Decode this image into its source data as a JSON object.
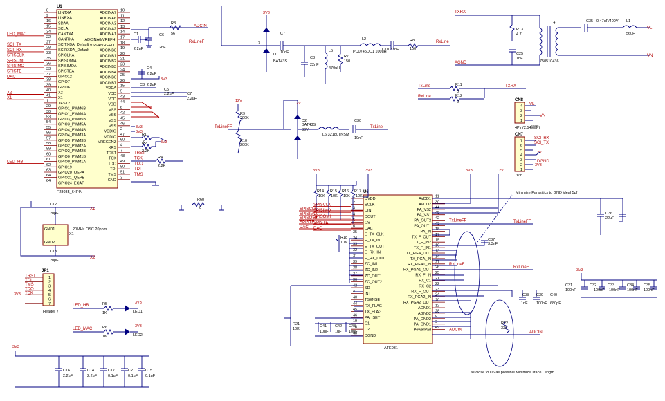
{
  "u1": {
    "ref": "U1",
    "part": "F28035_64PIN",
    "left_pins": [
      {
        "num": "8",
        "name": "LINTXA",
        "net": ""
      },
      {
        "num": "9",
        "name": "LINRXA",
        "net": ""
      },
      {
        "num": "16",
        "name": "SDAA",
        "net": ""
      },
      {
        "num": "15",
        "name": "SCLA",
        "net": ""
      },
      {
        "num": "34",
        "name": "CANTXA",
        "net": "LED_MAC"
      },
      {
        "num": "22",
        "name": "CANRXA",
        "net": ""
      },
      {
        "num": "27",
        "name": "SCITXDA_Default",
        "net": "SCI_TX"
      },
      {
        "num": "28",
        "name": "SCIRXDA_Default",
        "net": "SCI_RX"
      },
      {
        "num": "33",
        "name": "SPICLKA",
        "net": "SPISCLK"
      },
      {
        "num": "35",
        "name": "SPISOMIA",
        "net": "SPISOMI"
      },
      {
        "num": "36",
        "name": "SPISIMOA",
        "net": "SPISIMO"
      },
      {
        "num": "33",
        "name": "SPISTEA",
        "net": "SPISTE"
      },
      {
        "num": "37",
        "name": "GPIO12",
        "net": "DAC"
      },
      {
        "num": "38",
        "name": "GPIO7",
        "net": ""
      },
      {
        "num": "39",
        "name": "GPIO6",
        "net": ""
      },
      {
        "num": "40",
        "name": "X2",
        "net": "X2"
      },
      {
        "num": "41",
        "name": "X1",
        "net": "X1"
      },
      {
        "num": "1",
        "name": "TEST2",
        "net": ""
      },
      {
        "num": "29",
        "name": "GPIO1_PWM6B",
        "net": ""
      },
      {
        "num": "30",
        "name": "GPIO1_PWM6A",
        "net": ""
      },
      {
        "num": "53",
        "name": "GPIO3_PWM5B",
        "net": ""
      },
      {
        "num": "54",
        "name": "GPIO3_PWM5A",
        "net": ""
      },
      {
        "num": "55",
        "name": "GPIO4_PWM4B",
        "net": ""
      },
      {
        "num": "56",
        "name": "GPIO4_PWM3A",
        "net": ""
      },
      {
        "num": "57",
        "name": "GPIO5_PWM3B",
        "net": ""
      },
      {
        "num": "58",
        "name": "GPIO2_PWM2A",
        "net": ""
      },
      {
        "num": "59",
        "name": "GPIO2_PWM2B",
        "net": ""
      },
      {
        "num": "60",
        "name": "GPIO0_PWM1B",
        "net": ""
      },
      {
        "num": "61",
        "name": "GPIO0_PWM1A",
        "net": "LED_HB"
      },
      {
        "num": "62",
        "name": "GPIO19",
        "net": ""
      },
      {
        "num": "63",
        "name": "GPIO20_QEPA",
        "net": ""
      },
      {
        "num": "64",
        "name": "GPIO21_QEPB",
        "net": ""
      },
      {
        "num": "64",
        "name": "GPIO24_ECAP",
        "net": ""
      }
    ],
    "right_pins": [
      {
        "num": "10",
        "name": "ADCINA7",
        "net": ""
      },
      {
        "num": "11",
        "name": "ADCINA6",
        "net": ""
      },
      {
        "num": "12",
        "name": "ADCINA3",
        "net": ""
      },
      {
        "num": "13",
        "name": "ADCINA2",
        "net": ""
      },
      {
        "num": "14",
        "name": "ADCINA1",
        "net": ""
      },
      {
        "num": "17",
        "name": "ADCINA0/VREFHI",
        "net": ""
      },
      {
        "num": "18",
        "name": "VSSA/VREFLO",
        "net": ""
      },
      {
        "num": "19",
        "name": "ADCINB0",
        "net": ""
      },
      {
        "num": "20",
        "name": "ADCINB1",
        "net": ""
      },
      {
        "num": "21",
        "name": "ADCINB2",
        "net": ""
      },
      {
        "num": "23",
        "name": "ADCINB3",
        "net": ""
      },
      {
        "num": "24",
        "name": "ADCINB4",
        "net": ""
      },
      {
        "num": "25",
        "name": "ADCINB6",
        "net": ""
      },
      {
        "num": "26",
        "name": "ADCINB7",
        "net": ""
      },
      {
        "num": "15",
        "name": "VDDA",
        "net": ""
      },
      {
        "num": "5",
        "name": "VDD",
        "net": ""
      },
      {
        "num": "43",
        "name": "VDD",
        "net": ""
      },
      {
        "num": "44",
        "name": "VDD",
        "net": ""
      },
      {
        "num": "6",
        "name": "VSS",
        "net": ""
      },
      {
        "num": "42",
        "name": "VSS",
        "net": ""
      },
      {
        "num": "45",
        "name": "VSS",
        "net": ""
      },
      {
        "num": "46",
        "name": "VSS",
        "net": ""
      },
      {
        "num": "2",
        "name": "VDDIO",
        "net": ""
      },
      {
        "num": "47",
        "name": "VDDIO",
        "net": ""
      },
      {
        "num": "60",
        "name": "VREGENZ",
        "net": ""
      },
      {
        "num": "4",
        "name": "XRS",
        "net": ""
      },
      {
        "num": "7",
        "name": "TRST",
        "net": "TRST"
      },
      {
        "num": "48",
        "name": "TCK",
        "net": "TCK"
      },
      {
        "num": "49",
        "name": "TDO",
        "net": "TDO"
      },
      {
        "num": "50",
        "name": "TDI",
        "net": "TDI"
      },
      {
        "num": "51",
        "name": "TMS",
        "net": "TMS"
      },
      {
        "num": "3",
        "name": "GND",
        "net": ""
      }
    ]
  },
  "u6": {
    "ref": "U6",
    "part": "AFE031",
    "left_pins": [
      {
        "num": "1",
        "name": "DVDD",
        "net": ""
      },
      {
        "num": "2",
        "name": "SCLK",
        "net": "SPISCLK"
      },
      {
        "num": "3",
        "name": "DIN",
        "net": "SPISIMO"
      },
      {
        "num": "4",
        "name": "DOUT",
        "net": "SPISOMI"
      },
      {
        "num": "5",
        "name": "CS",
        "net": "SPISTE"
      },
      {
        "num": "6",
        "name": "DAC",
        "net": "DAC"
      },
      {
        "num": "35",
        "name": "E_TX_CLK",
        "net": ""
      },
      {
        "num": "34",
        "name": "E_TX_IN",
        "net": ""
      },
      {
        "num": "33",
        "name": "E_TX_OUT",
        "net": ""
      },
      {
        "num": "32",
        "name": "E_RX_IN",
        "net": ""
      },
      {
        "num": "31",
        "name": "E_RX_OUT",
        "net": ""
      },
      {
        "num": "39",
        "name": "ZC_IN1",
        "net": ""
      },
      {
        "num": "38",
        "name": "ZC_IN2",
        "net": ""
      },
      {
        "num": "37",
        "name": "ZC_OUT1",
        "net": ""
      },
      {
        "num": "36",
        "name": "ZC_OUT2",
        "net": ""
      },
      {
        "num": "42",
        "name": "SD",
        "net": ""
      },
      {
        "num": "41",
        "name": "INT",
        "net": ""
      },
      {
        "num": "40",
        "name": "TSENSE",
        "net": ""
      },
      {
        "num": "44",
        "name": "RX_FLAG",
        "net": ""
      },
      {
        "num": "45",
        "name": "TX_FLAG",
        "net": ""
      },
      {
        "num": "46",
        "name": "PA_ISET",
        "net": ""
      },
      {
        "num": "19",
        "name": "C1",
        "net": ""
      },
      {
        "num": "18",
        "name": "C2",
        "net": ""
      },
      {
        "num": "48",
        "name": "DGND",
        "net": ""
      }
    ],
    "right_pins": [
      {
        "num": "11",
        "name": "AVDD1",
        "net": ""
      },
      {
        "num": "30",
        "name": "AVDD2",
        "net": ""
      },
      {
        "num": "44",
        "name": "PA_VS2",
        "net": ""
      },
      {
        "num": "45",
        "name": "PA_VS1",
        "net": ""
      },
      {
        "num": "42",
        "name": "PA_OUT2",
        "net": "TxLineFF"
      },
      {
        "num": "43",
        "name": "PA_OUT1",
        "net": ""
      },
      {
        "num": "18",
        "name": "PA_IN",
        "net": ""
      },
      {
        "num": "17",
        "name": "TX_F_OUT",
        "net": ""
      },
      {
        "num": "15",
        "name": "TX_F_IN2",
        "net": ""
      },
      {
        "num": "16",
        "name": "TX_F_IN1",
        "net": ""
      },
      {
        "num": "13",
        "name": "TX_PGA_OUT",
        "net": ""
      },
      {
        "num": "14",
        "name": "TX_PGA_IN",
        "net": ""
      },
      {
        "num": "27",
        "name": "RX_PGA1_IN",
        "net": "RxLineF"
      },
      {
        "num": "26",
        "name": "RX_PGA1_OUT",
        "net": ""
      },
      {
        "num": "25",
        "name": "RX_F_IN",
        "net": ""
      },
      {
        "num": "21",
        "name": "RX_C1",
        "net": ""
      },
      {
        "num": "22",
        "name": "RX_C2",
        "net": ""
      },
      {
        "num": "23",
        "name": "RX_F_OUT",
        "net": ""
      },
      {
        "num": "24",
        "name": "RX_PGA2_IN",
        "net": ""
      },
      {
        "num": "20",
        "name": "RX_PGA2_OUT",
        "net": ""
      },
      {
        "num": "12",
        "name": "AGND1",
        "net": ""
      },
      {
        "num": "28",
        "name": "AGND2",
        "net": ""
      },
      {
        "num": "8",
        "name": "PA_GND2",
        "net": ""
      },
      {
        "num": "9",
        "name": "PA_GND1",
        "net": ""
      },
      {
        "num": "49",
        "name": "PowerPad",
        "net": "ADCIN"
      }
    ]
  },
  "labels": {
    "v3v3": "3V3",
    "v12": "12V",
    "adcin": "ADCIN",
    "rxlinef": "RxLineF",
    "rxline": "RxLine",
    "txline": "TxLine",
    "txlineff": "TxLineFF",
    "txrx": "TXRX",
    "agnd": "AGND",
    "vl": "VL",
    "vn": "VN",
    "x1": "X1",
    "x2": "X2",
    "led_hb": "LED_HB",
    "led_mac": "LED_MAC",
    "sci_rx": "SCI_RX",
    "sci_tx": "SCI_TX",
    "dgnd": "DGND",
    "r60": "R60",
    "r60_val": "0"
  },
  "parts": {
    "r3": {
      "ref": "R3",
      "val": "56"
    },
    "c1": {
      "ref": "C1",
      "val": "2.2uF"
    },
    "c6": {
      "ref": "C6",
      "val": "2nF"
    },
    "c4": {
      "ref": "C4",
      "val": "2.2uF"
    },
    "c3": {
      "ref": "C3",
      "val": "2.2uF"
    },
    "c5": {
      "ref": "C5",
      "val": "2.2uF"
    },
    "c7": {
      "ref": "C7",
      "val": "2.2uF"
    },
    "r1": {
      "ref": "R1",
      "val": "0"
    },
    "r2": {
      "ref": "R2",
      "val": "2.2K"
    },
    "r4": {
      "ref": "R4",
      "val": "2.2K"
    },
    "d1": {
      "ref": "D1",
      "val": "BAT43S"
    },
    "c7b": {
      "ref": "C7",
      "val": "10nF"
    },
    "c8": {
      "ref": "C8",
      "val": "22nF"
    },
    "l5": {
      "ref": "L5",
      "val": "470uH"
    },
    "r7": {
      "ref": "R7",
      "val": "150"
    },
    "l2": {
      "ref": "L2",
      "val": "PC0745DC1 100uH"
    },
    "c10": {
      "ref": "C10",
      "val": "33nF"
    },
    "r8": {
      "ref": "R8",
      "val": "150"
    },
    "r13": {
      "ref": "R13",
      "val": "4.7"
    },
    "c25": {
      "ref": "C25",
      "val": "1nF"
    },
    "t4": {
      "ref": "T4",
      "val": "750510436"
    },
    "c35": {
      "ref": "C35",
      "val": "0.47uF/400V"
    },
    "l1": {
      "ref": "L1",
      "val": "56uH"
    },
    "r11": {
      "ref": "R11",
      "val": "0"
    },
    "r12": {
      "ref": "R12",
      "val": "0"
    },
    "r9": {
      "ref": "R9",
      "val": "200K"
    },
    "r10": {
      "ref": "R10",
      "val": "200K"
    },
    "d2": {
      "ref": "D2",
      "val": "BAT43S"
    },
    "d2v": {
      "ref": "",
      "val": "30V"
    },
    "l6": {
      "ref": "L6",
      "val": "L6 32180TNSM"
    },
    "c30": {
      "ref": "C30",
      "val": "10nF"
    },
    "cn8": {
      "ref": "CN8",
      "val": "4Pin(2.54间距)",
      "pins": [
        "4",
        "3",
        "2",
        "1"
      ]
    },
    "cn7": {
      "ref": "CN7",
      "val": "7Pin",
      "pins": [
        "7",
        "6",
        "5",
        "4",
        "3",
        "2",
        "1"
      ]
    },
    "c12": {
      "ref": "C12",
      "val": "20pF"
    },
    "c13": {
      "ref": "C13",
      "val": "20pF"
    },
    "x1": {
      "ref": "X1",
      "val": "20MHz OSC 20ppm"
    },
    "jp1": {
      "ref": "JP1",
      "val": "Header 7",
      "signals": [
        "TRST",
        "TDI",
        "TMS",
        "TDO",
        "TCK",
        "",
        ""
      ],
      "pins": [
        "1",
        "2",
        "3",
        "4",
        "5",
        "6",
        "7"
      ]
    },
    "r5": {
      "ref": "R5",
      "val": "1K"
    },
    "r6": {
      "ref": "R6",
      "val": "1K"
    },
    "led1": {
      "ref": "LED1",
      "val": ""
    },
    "led2": {
      "ref": "LED2",
      "val": ""
    },
    "c16": {
      "ref": "C16",
      "val": "2.2uF"
    },
    "c14": {
      "ref": "C14",
      "val": "2.2uF"
    },
    "c17": {
      "ref": "C17",
      "val": "0.1uF"
    },
    "c2": {
      "ref": "C2",
      "val": "0.1uF"
    },
    "c15": {
      "ref": "C15",
      "val": "0.1uF"
    },
    "r14": {
      "ref": "R14",
      "val": "10K"
    },
    "r15": {
      "ref": "R15",
      "val": "10K"
    },
    "r16": {
      "ref": "R16",
      "val": "10K"
    },
    "r17": {
      "ref": "R17",
      "val": "10K"
    },
    "r18": {
      "ref": "R18",
      "val": "10K"
    },
    "r21": {
      "ref": "R21",
      "val": "10K"
    },
    "c41": {
      "ref": "C41",
      "val": "10nF"
    },
    "c42": {
      "ref": "C42",
      "val": "1uF"
    },
    "c43": {
      "ref": "C43",
      "val": "10nF"
    },
    "c37": {
      "ref": "C37",
      "val": "3.3nF"
    },
    "c36": {
      "ref": "C36",
      "val": "22uF"
    },
    "c39": {
      "ref": "C39",
      "val": "100nF"
    },
    "c38": {
      "ref": "C38",
      "val": "1nF"
    },
    "c40": {
      "ref": "C40",
      "val": "680pF"
    },
    "r22": {
      "ref": "R22",
      "val": "330"
    },
    "c31": {
      "ref": "C31",
      "val": "100nF"
    },
    "c32": {
      "ref": "C32",
      "val": "100nF"
    },
    "c33": {
      "ref": "C33",
      "val": "100nF"
    },
    "c34": {
      "ref": "C34",
      "val": "100nF"
    },
    "c35b": {
      "ref": "C35",
      "val": "100nF"
    }
  },
  "notes": {
    "note1": "Minimize Parasitics to GND ideal 5pf",
    "note2": "as close to U6 as possible Minimize Trace Length"
  }
}
